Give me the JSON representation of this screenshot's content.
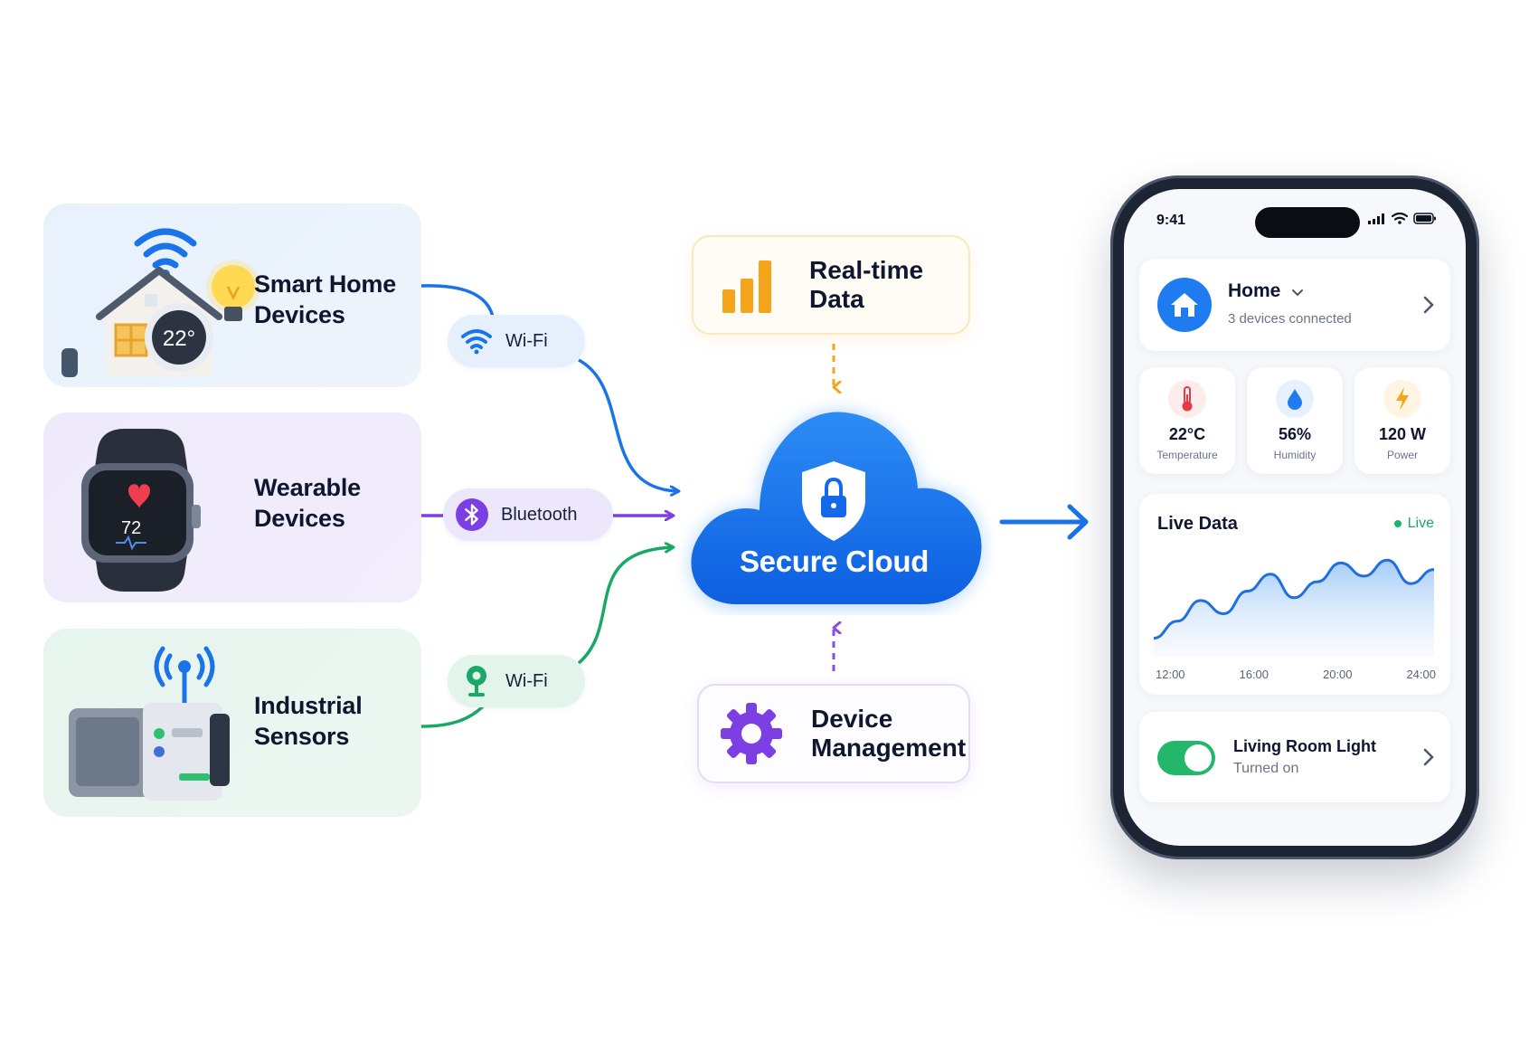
{
  "sources": {
    "smart_home": {
      "title": "Smart Home\nDevices",
      "thermostat_value": "22°"
    },
    "wearable": {
      "title": "Wearable\nDevices",
      "watch_value": "72"
    },
    "industrial": {
      "title": "Industrial\nSensors"
    }
  },
  "protocols": {
    "wifi_top": "Wi-Fi",
    "bluetooth": "Bluetooth",
    "wifi_bottom": "Wi-Fi"
  },
  "cloud": {
    "label": "Secure Cloud"
  },
  "realtime": {
    "title": "Real-time\nData"
  },
  "management": {
    "title": "Device\nManagement"
  },
  "phone": {
    "status_time": "9:41",
    "home": {
      "name": "Home",
      "subtitle": "3 devices connected"
    },
    "stats": [
      {
        "value": "22°C",
        "label": "Temperature",
        "icon": "thermometer-icon"
      },
      {
        "value": "56%",
        "label": "Humidity",
        "icon": "droplet-icon"
      },
      {
        "value": "120 W",
        "label": "Power",
        "icon": "lightning-icon"
      }
    ],
    "live": {
      "title": "Live Data",
      "badge": "Live",
      "chart_data": {
        "type": "area",
        "x": [
          "12:00",
          "16:00",
          "20:00",
          "24:00"
        ],
        "tick_labels": [
          "12:00",
          "16:00",
          "20:00",
          "24:00"
        ],
        "values": [
          0.12,
          0.3,
          0.52,
          0.38,
          0.62,
          0.8,
          0.55,
          0.72,
          0.92,
          0.78,
          0.95,
          0.7,
          0.85
        ]
      }
    },
    "light": {
      "name": "Living Room Light",
      "status": "Turned on",
      "on": true
    }
  },
  "colors": {
    "wifi_blue": "#1a73e8",
    "bluetooth_purple": "#7b3fe4",
    "sensor_green": "#1aa867",
    "cloud_blue": "#1468ea",
    "bars_orange": "#f5a51c"
  }
}
